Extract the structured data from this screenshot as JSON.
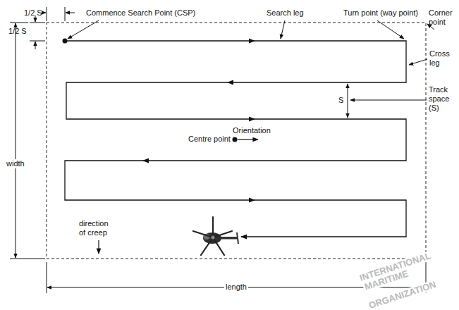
{
  "diagram": {
    "labels": [
      "1/2 S",
      "1/2 S",
      "Commence Search Point (CSP)",
      "Search leg",
      "Turn point (way point)",
      "Corner point",
      "Cross leg",
      "S",
      "Track space (S)",
      "Centre point",
      "Orientation",
      "width",
      "direction of creep",
      "length",
      "INTERNATIONAL",
      "MARITIME",
      "ORGANIZATION"
    ]
  }
}
